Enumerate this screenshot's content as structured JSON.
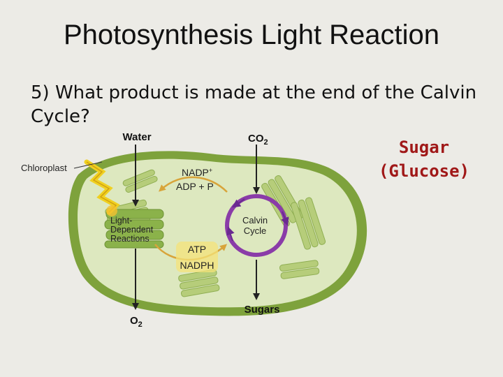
{
  "slide": {
    "title": "Photosynthesis Light Reaction",
    "question": "5) What product is made at the end of the Calvin Cycle?",
    "answer_line1": "Sugar",
    "answer_line2": "(Glucose)"
  },
  "diagram": {
    "water": "Water",
    "co2": "CO",
    "co2_sub": "2",
    "chloroplast": "Chloroplast",
    "nadp": "NADP",
    "nadp_sup": "+",
    "adp": "ADP + P",
    "light_dependent_1": "Light-",
    "light_dependent_2": "Dependent",
    "light_dependent_3": "Reactions",
    "calvin_1": "Calvin",
    "calvin_2": "Cycle",
    "atp": "ATP",
    "nadph": "NADPH",
    "sugars": "Sugars",
    "o2": "O",
    "o2_sub": "2"
  },
  "colors": {
    "stroma": "#dde8bf",
    "membrane": "#7ea23c",
    "thylakoid": "#9ab85a",
    "calvin_ring": "#8a3ca8",
    "arrow_gold": "#d8a43a",
    "sunlight": "#f0d020",
    "answer_red": "#a01818"
  }
}
